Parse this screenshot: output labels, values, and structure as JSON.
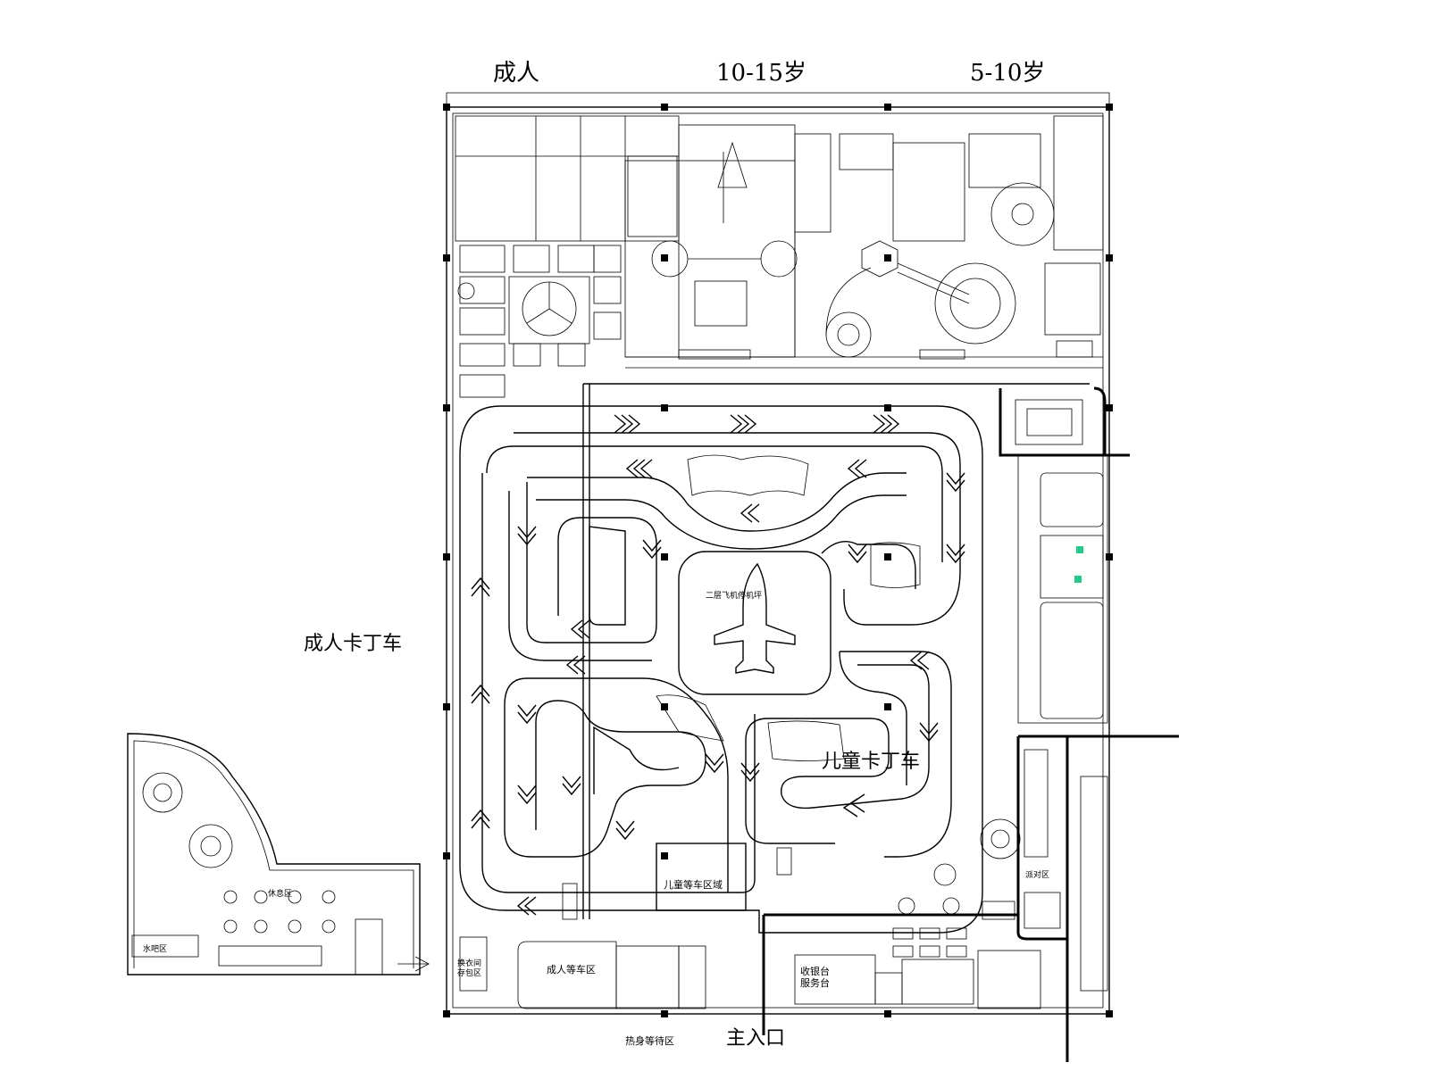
{
  "age_zones": {
    "adult": "成人",
    "age_10_15": "10-15岁",
    "age_5_10": "5-10岁"
  },
  "track_labels": {
    "adult_kart": "成人卡丁车",
    "kids_kart": "儿童卡丁车"
  },
  "areas": {
    "kids_waiting": "儿童等车区域",
    "adult_waiting": "成人等车区",
    "reception": "收银台\n服务台",
    "warmup_waiting": "热身等待区",
    "main_entrance": "主入口",
    "bar_area": "水吧区",
    "rest_area": "休息区",
    "party_area": "派对区",
    "dressing": "换衣间\n存包区",
    "plane_stand": "二层飞机停机坪"
  },
  "colors": {
    "line": "#000000",
    "accent": "#22cc88",
    "background": "#ffffff"
  }
}
